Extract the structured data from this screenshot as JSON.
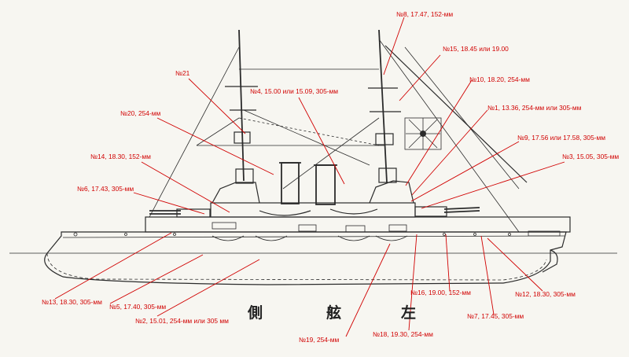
{
  "caption_kanji": [
    "側",
    "舷",
    "左"
  ],
  "colors": {
    "annotation": "#d10000",
    "ink": "#2b2b2b",
    "paper": "#f7f6f1"
  },
  "labels": {
    "n8": "№8, 17.47, 152-мм",
    "n15": "№15, 18.45 или 19.00",
    "n21": "№21",
    "n10": "№10, 18.20, 254-мм",
    "n4": "№4, 15.00 или 15.09, 305-мм",
    "n1": "№1, 13.36, 254-мм или 305-мм",
    "n20": "№20, 254-мм",
    "n9": "№9, 17.56 или 17.58, 305-мм",
    "n14": "№14, 18.30, 152-мм",
    "n3": "№3, 15.05, 305-мм",
    "n6": "№6, 17.43, 305-мм",
    "n13": "№13, 18.30, 305-мм",
    "n5": "№5, 17.40, 305-мм",
    "n2": "№2, 15.01, 254-мм или 305 мм",
    "n16": "№16, 19.00, 152-мм",
    "n12": "№12, 18.30, 305-мм",
    "n7": "№7, 17.45, 305-мм",
    "n19": "№19, 254-мм",
    "n18": "№18, 19.30, 254-мм"
  }
}
